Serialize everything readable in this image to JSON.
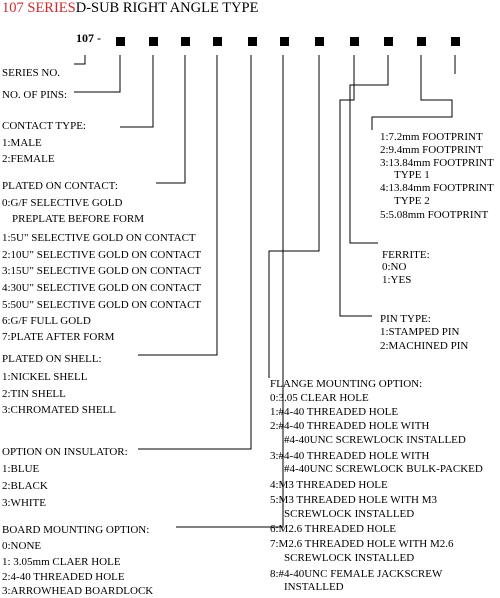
{
  "title": {
    "series": "107 SERIES",
    "type": "D-SUB RIGHT ANGLE TYPE"
  },
  "part_code": {
    "prefix": "107 -"
  },
  "left_column": {
    "series_no": "SERIES NO.",
    "no_of_pins": "NO. OF PINS:",
    "contact_type": {
      "label": "CONTACT TYPE:",
      "options": [
        "1:MALE",
        "2:FEMALE"
      ]
    },
    "plated_on_contact": {
      "label": "PLATED ON CONTACT:",
      "options": [
        "0:G/F SELECTIVE GOLD",
        "PREPLATE BEFORE FORM",
        "1:5U\" SELECTIVE GOLD ON CONTACT",
        "2:10U\" SELECTIVE GOLD ON CONTACT",
        "3:15U\" SELECTIVE GOLD ON CONTACT",
        "4:30U\" SELECTIVE GOLD ON CONTACT",
        "5:50U\" SELECTIVE GOLD ON CONTACT",
        "6:G/F FULL GOLD",
        "7:PLATE AFTER FORM"
      ]
    },
    "plated_on_shell": {
      "label": "PLATED ON SHELL:",
      "options": [
        "1:NICKEL SHELL",
        "2:TIN SHELL",
        "3:CHROMATED SHELL"
      ]
    },
    "option_on_insulator": {
      "label": "OPTION ON INSULATOR:",
      "options": [
        "1:BLUE",
        "2:BLACK",
        "3:WHITE"
      ]
    },
    "board_mounting": {
      "label": "BOARD MOUNTING OPTION:",
      "options": [
        "0:NONE",
        "1: 3.05mm CLAER HOLE",
        "2:4-40 THREADED HOLE",
        "3:ARROWHEAD BOARDLOCK"
      ]
    }
  },
  "right_column": {
    "footprint": {
      "options": [
        "1:7.2mm FOOTPRINT",
        "2:9.4mm FOOTPRINT",
        "3:13.84mm FOOTPRINT",
        "TYPE 1",
        "4:13.84mm FOOTPRINT",
        "TYPE 2",
        "5:5.08mm FOOTPRINT"
      ]
    },
    "ferrite": {
      "label": "FERRITE:",
      "options": [
        "0:NO",
        "1:YES"
      ]
    },
    "pin_type": {
      "label": "PIN TYPE:",
      "options": [
        "1:STAMPED PIN",
        "2:MACHINED PIN"
      ]
    },
    "flange_mounting": {
      "label": "FLANGE MOUNTING OPTION:",
      "options": [
        "0:3.05 CLEAR HOLE",
        "1:#4-40 THREADED HOLE",
        "2:#4-40 THREADED HOLE WITH",
        "#4-40UNC SCREWLOCK INSTALLED",
        "3:#4-40 THREADED HOLE WITH",
        "#4-40UNC SCREWLOCK BULK-PACKED",
        "4:M3 THREADED HOLE",
        "5:M3 THREADED HOLE WITH M3",
        "SCREWLOCK INSTALLED",
        "6:M2.6 THREADED HOLE",
        "7:M2.6 THREADED HOLE WITH M2.6",
        "SCREWLOCK INSTALLED",
        "8:#4-40UNC FEMALE JACKSCREW",
        "INSTALLED"
      ]
    }
  }
}
